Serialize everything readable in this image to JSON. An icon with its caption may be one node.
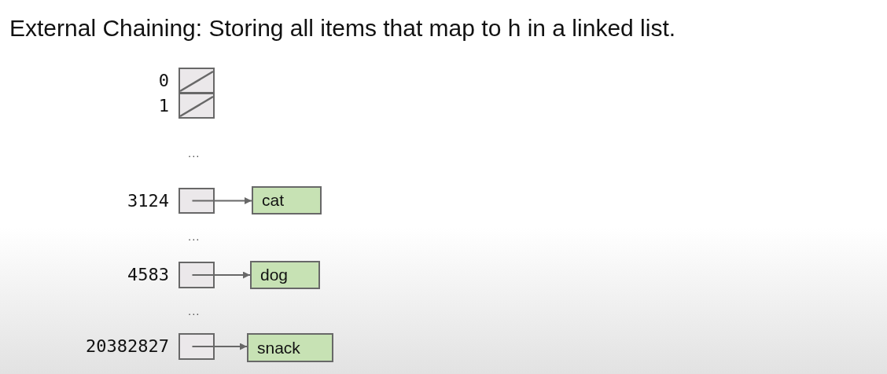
{
  "diagram": {
    "title": "External Chaining: Storing all items that map to h in a linked list.",
    "nodes": [
      {
        "text": [],
        "shape": "box",
        "beside": [
          "0"
        ]
      },
      {
        "text": [],
        "shape": "box",
        "beside": [
          "1"
        ]
      },
      {
        "text": [],
        "shape": "box",
        "beside": [
          "3124"
        ]
      },
      {
        "text": [
          "cat"
        ]
      },
      {
        "text": [],
        "shape": "box",
        "beside": [
          "4583"
        ]
      },
      {
        "text": [
          "dog"
        ]
      },
      {
        "text": [],
        "shape": "box",
        "beside": [
          "20382827"
        ]
      },
      {
        "text": [
          "snack"
        ]
      }
    ],
    "edges": [
      {
        "from": 2,
        "to": 3,
        "arrow": "to"
      },
      {
        "from": 4,
        "to": 5,
        "arrow": "to"
      },
      {
        "from": 6,
        "to": 7,
        "arrow": "to"
      }
    ],
    "labels": [
      "...",
      "...",
      "..."
    ]
  }
}
